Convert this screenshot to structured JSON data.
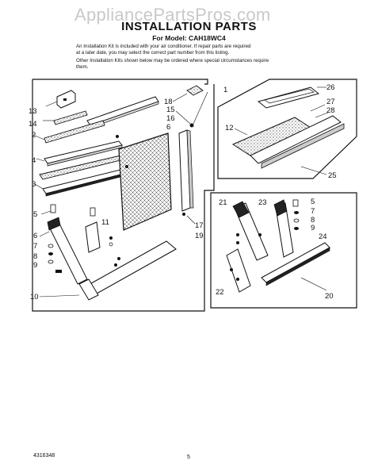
{
  "watermark": "AppliancePartsPros.com",
  "header": {
    "title": "INSTALLATION PARTS",
    "subtitle": "For Model: CAH18WC4"
  },
  "notes": {
    "line1": "An Installation Kit is included with your air conditioner. If repair parts are required",
    "line2": "at a later date, you may select the correct part number from this listing.",
    "line3": "Other Installation Kits shown below may be ordered where special circumstances require",
    "line4": "them."
  },
  "callouts": {
    "c1": "1",
    "c2": "2",
    "c3": "3",
    "c4": "4",
    "c5": "5",
    "c6": "6",
    "c7": "7",
    "c8": "8",
    "c9": "9",
    "c10": "10",
    "c11": "11",
    "c12": "12",
    "c13": "13",
    "c14": "14",
    "c15": "15",
    "c16": "16",
    "c17": "17",
    "c18": "18",
    "c19": "19",
    "c20": "20",
    "c21": "21",
    "c22": "22",
    "c23": "23",
    "c24": "24",
    "c25": "25",
    "c26": "26",
    "c27": "27",
    "c28": "28"
  },
  "footer": {
    "doc_number": "4316348",
    "page_number": "5"
  }
}
